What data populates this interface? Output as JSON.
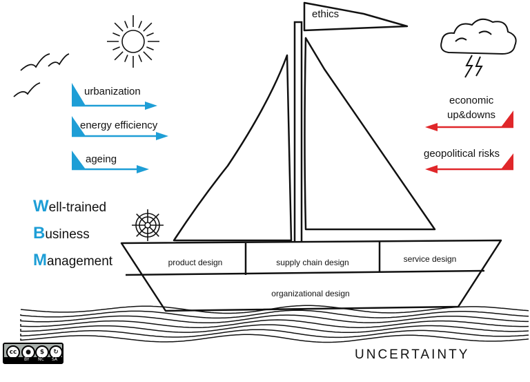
{
  "flag": {
    "label": "ethics"
  },
  "trends_left": [
    {
      "label": "urbanization"
    },
    {
      "label": "energy efficiency"
    },
    {
      "label": "ageing"
    }
  ],
  "risks_right": [
    {
      "label": "economic up&downs",
      "line1": "economic",
      "line2": "up&downs"
    },
    {
      "label": "geopolitical risks"
    }
  ],
  "hull": {
    "top_sections": [
      "product design",
      "supply chain design",
      "service design"
    ],
    "bottom_section": "organizational design"
  },
  "helm_text": {
    "line1_cap": "W",
    "line1_rest": "ell-trained",
    "line2_cap": "B",
    "line2_rest": "usiness",
    "line3_cap": "M",
    "line3_rest": "anagement"
  },
  "sea_label": "UNCERTAINTY",
  "license": {
    "cc": "cc",
    "by": "BY",
    "nc": "NC",
    "sa": "SA"
  },
  "colors": {
    "blue_arrow": "#1e9ed6",
    "red_arrow": "#e0272a",
    "outline": "#111111"
  },
  "icons": [
    "sun-icon",
    "storm-cloud-icon",
    "bird-icon",
    "ship-wheel-icon"
  ]
}
